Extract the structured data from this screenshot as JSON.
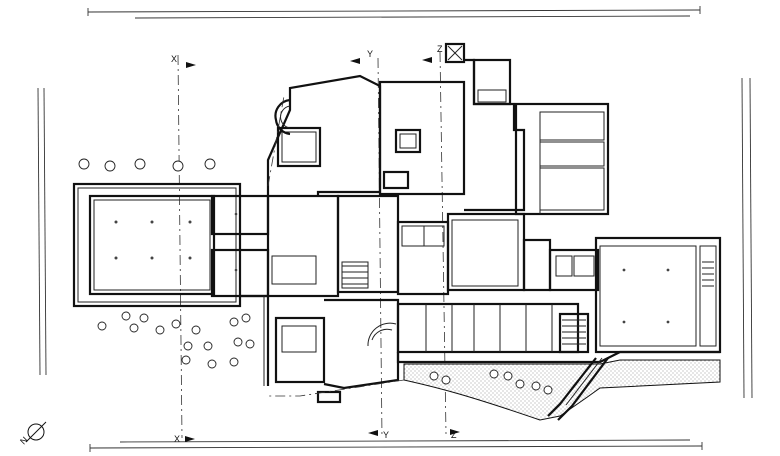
{
  "section_marks": {
    "x_top": "X",
    "x_bottom": "X",
    "y_top": "Y",
    "y_bottom": "Y",
    "z_top": "Z",
    "z_bottom": "Z"
  },
  "north_arrow": {
    "label": "N"
  },
  "colors": {
    "ink": "#111111",
    "paper": "#ffffff",
    "hatch": "#888888"
  }
}
